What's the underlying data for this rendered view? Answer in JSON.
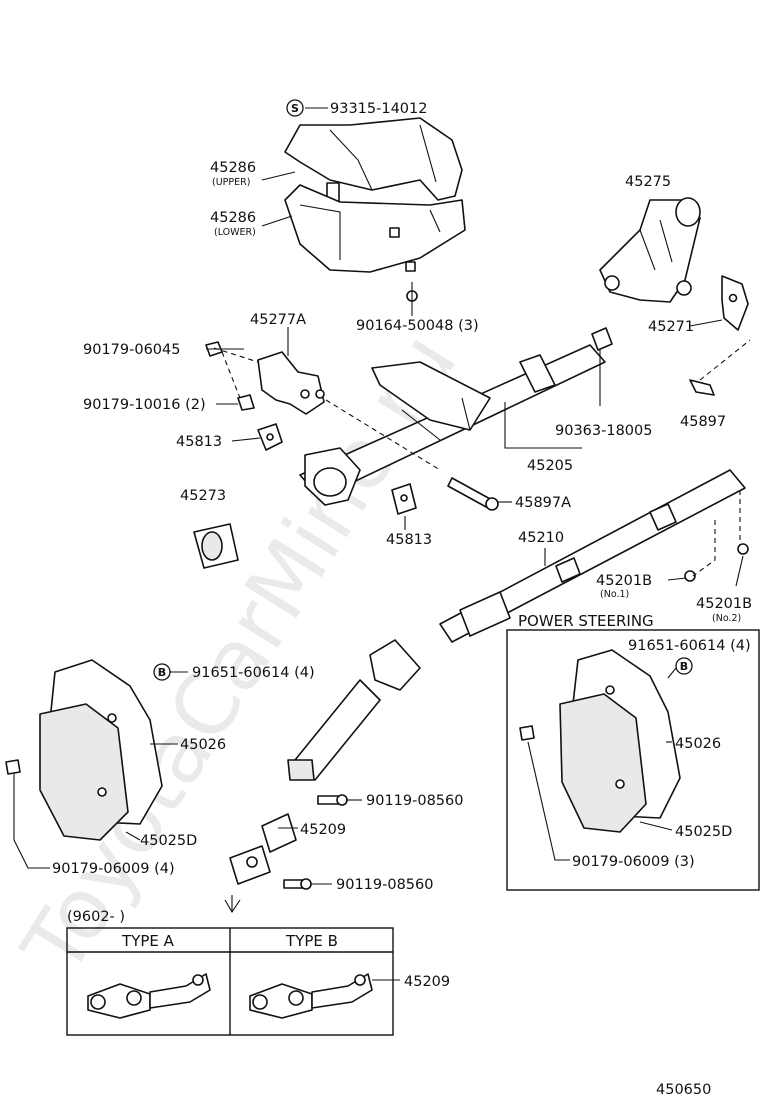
{
  "diagram": {
    "watermark": "ToyotaCarMine.ru",
    "diagram_id": "450650",
    "section_label": "POWER STEERING",
    "date_code": "(9602-    )",
    "type_a": "TYPE A",
    "type_b": "TYPE B",
    "symbols": {
      "s": "S",
      "b": "B"
    },
    "labels": {
      "p93315": "93315-14012",
      "p45286u": "45286",
      "upper": "(UPPER)",
      "p45286l": "45286",
      "lower": "(LOWER)",
      "p45275": "45275",
      "p90164": "90164-50048 (3)",
      "p45277a": "45277A",
      "p90179a": "90179-06045",
      "p90179b": "90179-10016 (2)",
      "p45813a": "45813",
      "p45271": "45271",
      "p90363": "90363-18005",
      "p45897": "45897",
      "p45205": "45205",
      "p45273": "45273",
      "p45897a": "45897A",
      "p45813b": "45813",
      "p45210": "45210",
      "p45201b1": "45201B",
      "no1": "(No.1)",
      "p45201b2": "45201B",
      "no2": "(No.2)",
      "p91651l": "91651-60614 (4)",
      "p45026l": "45026",
      "p45025dl": "45025D",
      "p90179l": "90179-06009 (4)",
      "p90119a": "90119-08560",
      "p45209": "45209",
      "p90119b": "90119-08560",
      "p91651r": "91651-60614 (4)",
      "p45026r": "45026",
      "p45025dr": "45025D",
      "p90179r": "90179-06009 (3)",
      "p45209b": "45209"
    }
  }
}
